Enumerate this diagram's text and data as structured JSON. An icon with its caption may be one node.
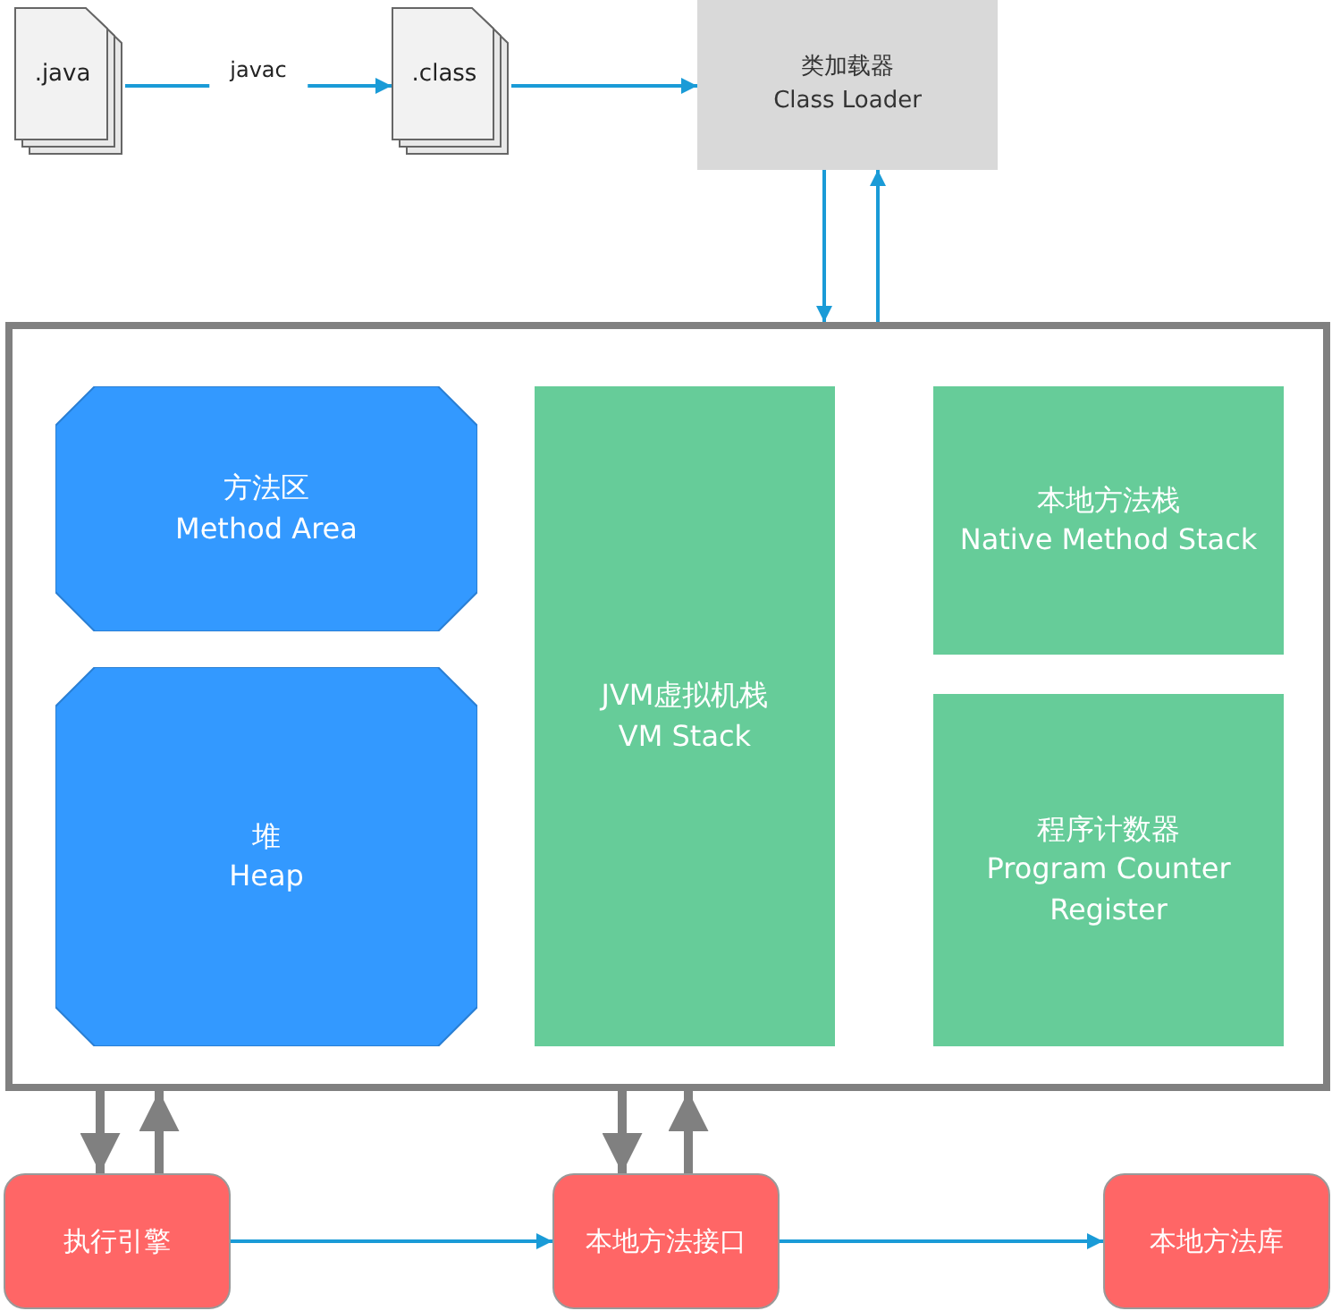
{
  "diagram": {
    "nodes": [
      {
        "text": [
          ".java"
        ]
      },
      {
        "text": [
          ".class"
        ]
      },
      {
        "text": [
          "类加载器",
          "Class Loader"
        ]
      },
      {
        "text": [],
        "shape": "box"
      },
      {
        "text": [
          "方法区",
          "Method Area"
        ],
        "in": 3
      },
      {
        "text": [
          "堆",
          "Heap"
        ],
        "in": 3
      },
      {
        "text": [
          "JVM虚拟机栈",
          "VM Stack"
        ],
        "in": 3
      },
      {
        "text": [
          "本地方法栈",
          "Native Method Stack"
        ],
        "in": 3
      },
      {
        "text": [
          "程序计数器",
          "Program Counter Register"
        ],
        "in": 3
      },
      {
        "text": [
          "执行引擎"
        ]
      },
      {
        "text": [
          "本地方法接口"
        ]
      },
      {
        "text": [
          "本地方法库"
        ]
      }
    ],
    "edges": [
      {
        "from": 0,
        "to": 1,
        "arrow": "to",
        "label": "javac"
      },
      {
        "from": 1,
        "to": 2,
        "arrow": "to"
      },
      {
        "from": 2,
        "to": 3,
        "arrow": "to"
      },
      {
        "from": 3,
        "to": 2,
        "arrow": "to"
      },
      {
        "from": 3,
        "to": 9,
        "arrow": "to",
        "style": "thick",
        "color": "#808080"
      },
      {
        "from": 9,
        "to": 3,
        "arrow": "to",
        "style": "thick",
        "color": "#808080"
      },
      {
        "from": 3,
        "to": 10,
        "arrow": "to",
        "style": "thick",
        "color": "#808080"
      },
      {
        "from": 10,
        "to": 3,
        "arrow": "to",
        "style": "thick",
        "color": "#808080"
      },
      {
        "from": 9,
        "to": 10,
        "arrow": "to"
      },
      {
        "from": 10,
        "to": 11,
        "arrow": "to"
      }
    ]
  }
}
